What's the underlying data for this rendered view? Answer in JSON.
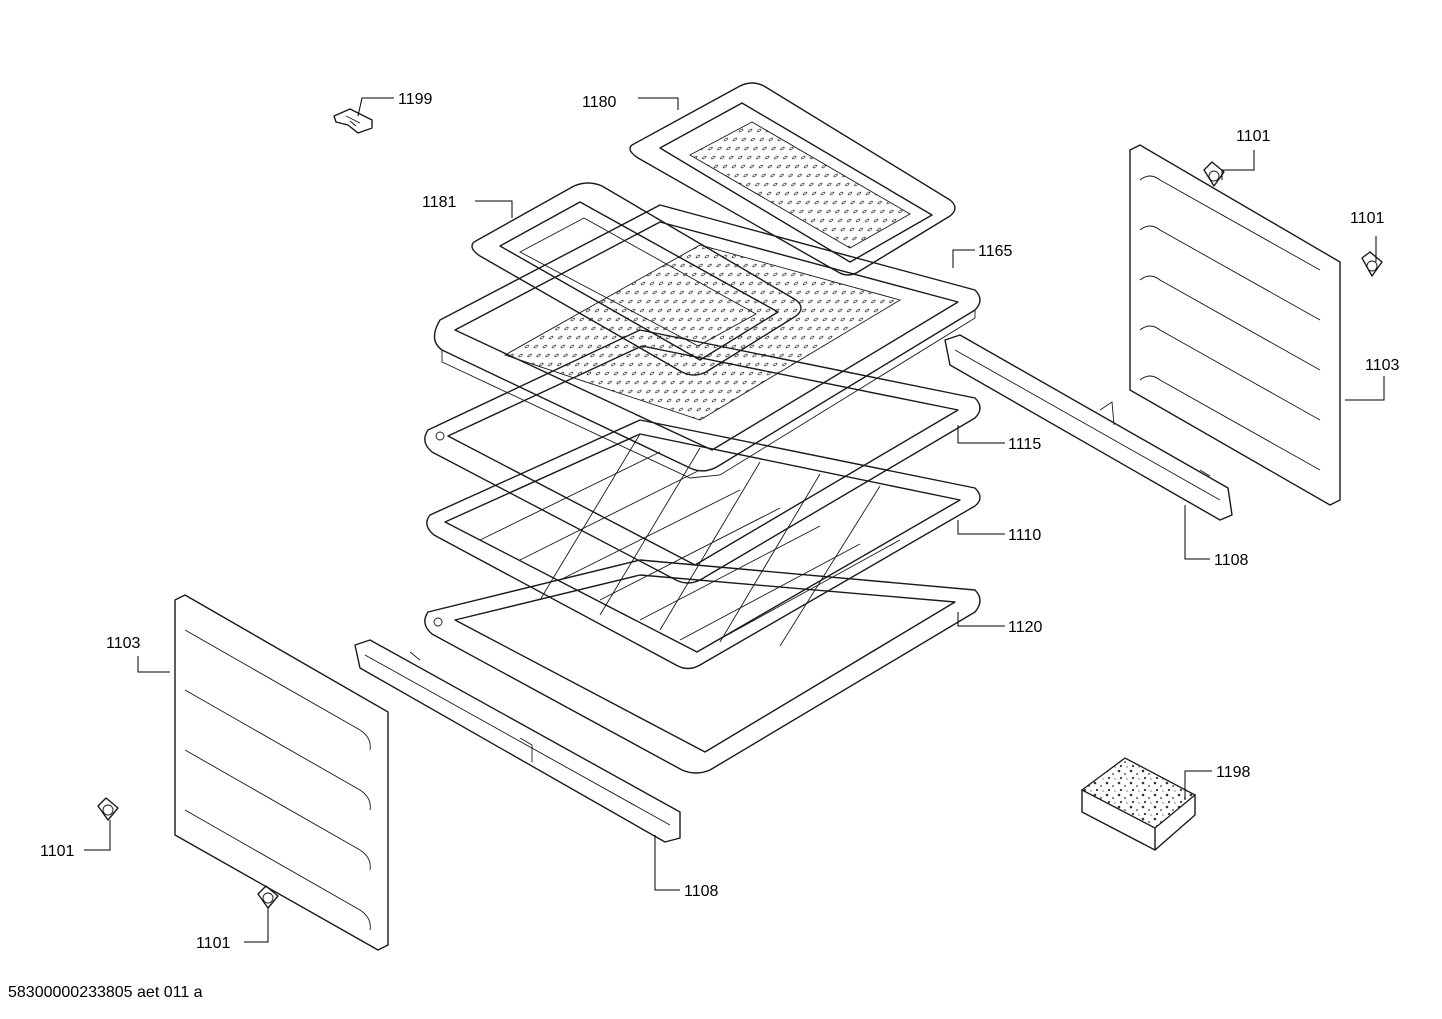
{
  "labels": {
    "l1199": "1199",
    "l1180": "1180",
    "l1181": "1181",
    "l1101_tr": "1101",
    "l1101_r": "1101",
    "l1165": "1165",
    "l1103_r": "1103",
    "l1115": "1115",
    "l1110": "1110",
    "l1108_r": "1108",
    "l1120": "1120",
    "l1103_l": "1103",
    "l1198": "1198",
    "l1101_l": "1101",
    "l1108_l": "1108",
    "l1101_bl": "1101"
  },
  "footer": {
    "code": "58300000233805 aet 011 a"
  }
}
